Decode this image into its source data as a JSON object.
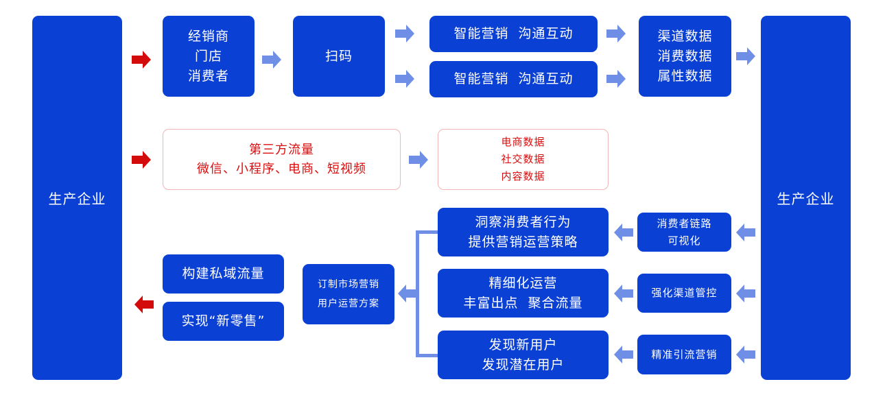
{
  "colors": {
    "primary_box": "#0a40d4",
    "arrow_light": "#6f8ee6",
    "arrow_red": "#d40b0b",
    "third_party_text": "#d90d0d",
    "third_party_border": "#f3b5b5"
  },
  "left_entity": {
    "label": "生产企业"
  },
  "right_entity": {
    "label": "生产企业"
  },
  "top_flow": {
    "source": {
      "lines": [
        "经销商",
        "门店",
        "消费者"
      ]
    },
    "scan": {
      "label": "扫码"
    },
    "marketing": [
      {
        "label": "智能营销  沟通互动"
      },
      {
        "label": "智能营销  沟通互动"
      }
    ],
    "data": {
      "lines": [
        "渠道数据",
        "消费数据",
        "属性数据"
      ]
    }
  },
  "third_party_flow": {
    "source": {
      "lines": [
        "第三方流量",
        "微信、小程序、电商、短视频"
      ]
    },
    "data": {
      "lines": [
        "电商数据",
        "社交数据",
        "内容数据"
      ]
    }
  },
  "bottom_flow": {
    "capabilities": [
      {
        "lines": [
          "消费者链路",
          "可视化"
        ]
      },
      {
        "lines": [
          "强化渠道管控"
        ]
      },
      {
        "lines": [
          "精准引流营销"
        ]
      }
    ],
    "outcomes": [
      {
        "lines": [
          "洞察消费者行为",
          "提供营销运营策略"
        ]
      },
      {
        "lines": [
          "精细化运营",
          "丰富出点  聚合流量"
        ]
      },
      {
        "lines": [
          "发现新用户",
          "发现潜在用户"
        ]
      }
    ],
    "plan": {
      "lines": [
        "订制市场营销",
        "用户运营方案"
      ]
    },
    "goals": [
      {
        "label": "构建私域流量"
      },
      {
        "label": "实现“新零售”"
      }
    ]
  },
  "icons": {
    "arrow_right": "arrow-right-icon",
    "arrow_left": "arrow-left-icon"
  }
}
